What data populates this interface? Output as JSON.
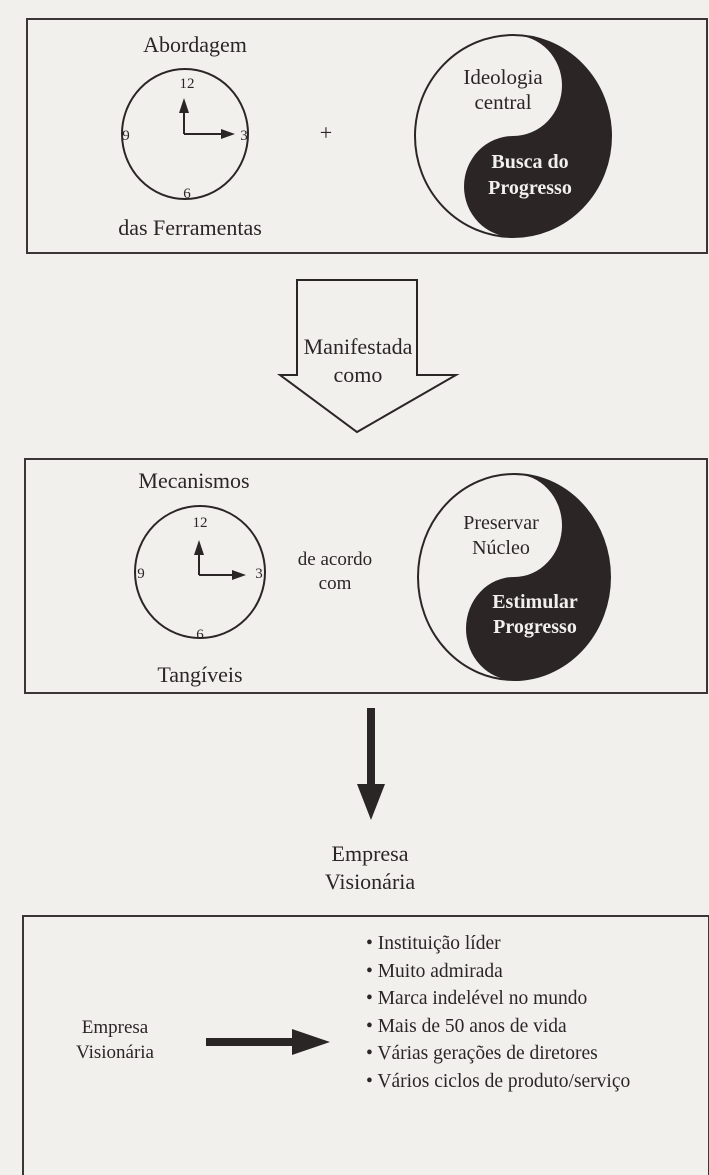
{
  "panel_top": {
    "label_top": "Abordagem",
    "label_bottom": "das Ferramentas",
    "plus": "+",
    "yin_top": "Ideologia central",
    "yin_top_l1": "Ideologia",
    "yin_top_l2": "central",
    "yin_bottom": "Busca do Progresso",
    "yin_bottom_l1": "Busca do",
    "yin_bottom_l2": "Progresso"
  },
  "clock_numbers": [
    "12",
    "3",
    "6",
    "9"
  ],
  "arrow_label": {
    "l1": "Manifestada",
    "l2": "como"
  },
  "panel_mid": {
    "label_top": "Mecanismos",
    "label_bottom": "Tangíveis",
    "connector_l1": "de acordo",
    "connector_l2": "com",
    "yin_top_l1": "Preservar",
    "yin_top_l2": "Núcleo",
    "yin_bottom_l1": "Estimular",
    "yin_bottom_l2": "Progresso"
  },
  "result": {
    "l1": "Empresa",
    "l2": "Visionária"
  },
  "panel_bottom": {
    "label_l1": "Empresa",
    "label_l2": "Visionária",
    "items": [
      "Instituição líder",
      "Muito admirada",
      "Marca indelével no mundo",
      "Mais de 50 anos de vida",
      "Várias gerações de diretores",
      "Vários ciclos de produto/serviço"
    ]
  },
  "colors": {
    "ink": "#2a2626",
    "paper": "#f2f0ed",
    "dark_fill": "#2b2525"
  }
}
